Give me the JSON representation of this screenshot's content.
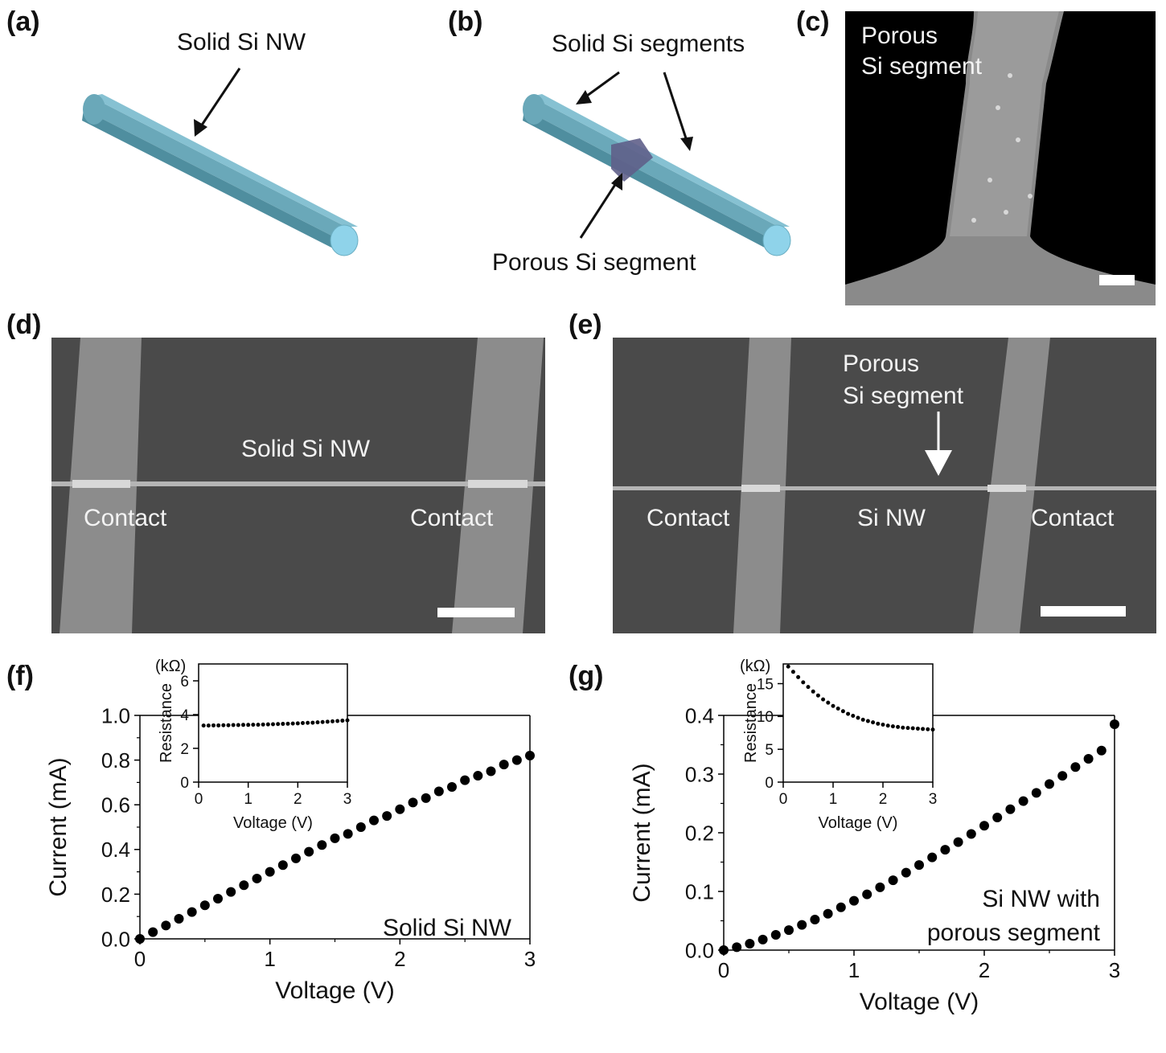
{
  "panels": {
    "a": {
      "label": "(a)",
      "annotation": "Solid Si NW"
    },
    "b": {
      "label": "(b)",
      "annotation_top": "Solid Si segments",
      "annotation_bottom": "Porous Si segment"
    },
    "c": {
      "label": "(c)",
      "annotation_line1": "Porous",
      "annotation_line2": "Si segment"
    },
    "d": {
      "label": "(d)",
      "wire_label": "Solid Si NW",
      "contact_left": "Contact",
      "contact_right": "Contact"
    },
    "e": {
      "label": "(e)",
      "porous_line1": "Porous",
      "porous_line2": "Si segment",
      "contact_left": "Contact",
      "wire_label": "Si NW",
      "contact_right": "Contact"
    },
    "f": {
      "label": "(f)"
    },
    "g": {
      "label": "(g)"
    }
  },
  "colors": {
    "wire": "#6fb3c6",
    "wire_end": "#8fd3ea",
    "porous": "#5f5f8a",
    "sem_bg": "#4a4a4a",
    "marker": "#000000"
  },
  "chart_data": [
    {
      "id": "f-main",
      "type": "scatter",
      "xlabel": "Voltage (V)",
      "ylabel": "Current (mA)",
      "xlim": [
        0,
        3
      ],
      "ylim": [
        0,
        1.0
      ],
      "xticks": [
        "0",
        "1",
        "2",
        "3"
      ],
      "yticks": [
        "0.0",
        "0.2",
        "0.4",
        "0.6",
        "0.8",
        "1.0"
      ],
      "annotation": [
        "Solid Si NW"
      ],
      "x": [
        0,
        0.1,
        0.2,
        0.3,
        0.4,
        0.5,
        0.6,
        0.7,
        0.8,
        0.9,
        1.0,
        1.1,
        1.2,
        1.3,
        1.4,
        1.5,
        1.6,
        1.7,
        1.8,
        1.9,
        2.0,
        2.1,
        2.2,
        2.3,
        2.4,
        2.5,
        2.6,
        2.7,
        2.8,
        2.9,
        3.0
      ],
      "y": [
        0.0,
        0.03,
        0.06,
        0.09,
        0.12,
        0.15,
        0.18,
        0.21,
        0.24,
        0.27,
        0.3,
        0.33,
        0.36,
        0.39,
        0.42,
        0.45,
        0.47,
        0.5,
        0.53,
        0.55,
        0.58,
        0.61,
        0.63,
        0.66,
        0.68,
        0.71,
        0.73,
        0.75,
        0.78,
        0.8,
        0.82
      ]
    },
    {
      "id": "f-inset",
      "type": "scatter",
      "xlabel": "Voltage (V)",
      "ylabel": "Resistance",
      "unit": "(kΩ)",
      "xlim": [
        0,
        3
      ],
      "ylim": [
        0,
        7
      ],
      "xticks": [
        "0",
        "1",
        "2",
        "3"
      ],
      "yticks": [
        "0",
        "2",
        "4",
        "6"
      ],
      "x": [
        0.1,
        0.2,
        0.3,
        0.4,
        0.5,
        0.6,
        0.7,
        0.8,
        0.9,
        1.0,
        1.1,
        1.2,
        1.3,
        1.4,
        1.5,
        1.6,
        1.7,
        1.8,
        1.9,
        2.0,
        2.1,
        2.2,
        2.3,
        2.4,
        2.5,
        2.6,
        2.7,
        2.8,
        2.9,
        3.0
      ],
      "y": [
        3.35,
        3.35,
        3.36,
        3.36,
        3.37,
        3.37,
        3.38,
        3.38,
        3.39,
        3.39,
        3.4,
        3.4,
        3.41,
        3.42,
        3.43,
        3.44,
        3.45,
        3.46,
        3.47,
        3.48,
        3.5,
        3.51,
        3.52,
        3.54,
        3.56,
        3.58,
        3.6,
        3.62,
        3.64,
        3.66
      ]
    },
    {
      "id": "g-main",
      "type": "scatter",
      "xlabel": "Voltage (V)",
      "ylabel": "Current (mA)",
      "xlim": [
        0,
        3
      ],
      "ylim": [
        0,
        0.4
      ],
      "xticks": [
        "0",
        "1",
        "2",
        "3"
      ],
      "yticks": [
        "0.0",
        "0.1",
        "0.2",
        "0.3",
        "0.4"
      ],
      "annotation": [
        "Si NW with",
        "porous segment"
      ],
      "x": [
        0,
        0.1,
        0.2,
        0.3,
        0.4,
        0.5,
        0.6,
        0.7,
        0.8,
        0.9,
        1.0,
        1.1,
        1.2,
        1.3,
        1.4,
        1.5,
        1.6,
        1.7,
        1.8,
        1.9,
        2.0,
        2.1,
        2.2,
        2.3,
        2.4,
        2.5,
        2.6,
        2.7,
        2.8,
        2.9,
        3.0
      ],
      "y": [
        0.0,
        0.005,
        0.011,
        0.018,
        0.026,
        0.034,
        0.043,
        0.052,
        0.062,
        0.073,
        0.084,
        0.095,
        0.107,
        0.119,
        0.132,
        0.145,
        0.158,
        0.171,
        0.184,
        0.198,
        0.212,
        0.226,
        0.24,
        0.254,
        0.268,
        0.283,
        0.297,
        0.312,
        0.326,
        0.34,
        0.385
      ]
    },
    {
      "id": "g-inset",
      "type": "scatter",
      "xlabel": "Voltage (V)",
      "ylabel": "Resistance",
      "unit": "(kΩ)",
      "xlim": [
        0,
        3
      ],
      "ylim": [
        0,
        18
      ],
      "xticks": [
        "0",
        "1",
        "2",
        "3"
      ],
      "yticks": [
        "0",
        "5",
        "10",
        "15"
      ],
      "x": [
        0.1,
        0.2,
        0.3,
        0.4,
        0.5,
        0.6,
        0.7,
        0.8,
        0.9,
        1.0,
        1.1,
        1.2,
        1.3,
        1.4,
        1.5,
        1.6,
        1.7,
        1.8,
        1.9,
        2.0,
        2.1,
        2.2,
        2.3,
        2.4,
        2.5,
        2.6,
        2.7,
        2.8,
        2.9,
        3.0
      ],
      "y": [
        17.6,
        16.8,
        16.0,
        15.2,
        14.5,
        13.8,
        13.2,
        12.6,
        12.1,
        11.6,
        11.2,
        10.8,
        10.4,
        10.1,
        9.8,
        9.5,
        9.3,
        9.1,
        8.9,
        8.75,
        8.6,
        8.5,
        8.4,
        8.3,
        8.25,
        8.2,
        8.15,
        8.1,
        8.05,
        8.0
      ]
    }
  ]
}
